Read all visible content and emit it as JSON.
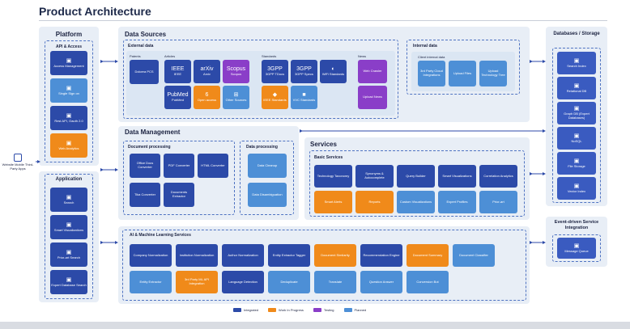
{
  "title": "Product Architecture",
  "left_actor": {
    "label": "Website Mobile Third-Party Apps",
    "icon": "devices-icon"
  },
  "platform": {
    "title": "Platform",
    "group_title": "API & Access",
    "items": [
      {
        "label": "Access Management",
        "icon": "lock-icon",
        "status": "blue"
      },
      {
        "label": "Single Sign on",
        "icon": "key-icon",
        "status": "lblue"
      },
      {
        "label": "Rest API, Oauth 2.0",
        "icon": "api-icon",
        "status": "blue"
      },
      {
        "label": "Web Analytics",
        "icon": "analytics-icon",
        "status": "orange"
      }
    ]
  },
  "application": {
    "title": "Application",
    "items": [
      {
        "label": "Search",
        "icon": "search-icon",
        "status": "blue"
      },
      {
        "label": "Smart Visualizations",
        "icon": "chart-icon",
        "status": "blue"
      },
      {
        "label": "Prior-art Search",
        "icon": "prior-art-icon",
        "status": "blue"
      },
      {
        "label": "Expert Database Search",
        "icon": "expert-icon",
        "status": "blue"
      }
    ]
  },
  "data_sources": {
    "title": "Data Sources",
    "external_title": "External data",
    "patents_title": "Patents",
    "patents": [
      {
        "label": "Dolcera PCS",
        "status": "blue"
      }
    ],
    "articles_title": "Articles",
    "articles": [
      {
        "label": "IEEE",
        "logo": "IEEE",
        "status": "blue"
      },
      {
        "label": "Arxiv",
        "logo": "arXiv",
        "status": "blue"
      },
      {
        "label": "Scopus",
        "logo": "Scopus",
        "status": "purple"
      },
      {
        "label": "PubMed",
        "logo": "PubMed",
        "status": "blue"
      },
      {
        "label": "Open access",
        "logo": "6",
        "status": "orange"
      },
      {
        "label": "Other Sources",
        "logo": "⊞",
        "status": "lblue"
      }
    ],
    "standards_title": "Standards",
    "standards": [
      {
        "label": "3GPP TDocs",
        "logo": "3GPP",
        "status": "blue"
      },
      {
        "label": "3GPP Specs",
        "logo": "3GPP",
        "status": "blue"
      },
      {
        "label": "WiFi Standards",
        "logo": "◐",
        "status": "blue"
      },
      {
        "label": "IEEE Standards",
        "logo": "◆",
        "status": "orange"
      },
      {
        "label": "VVC Standards",
        "logo": "■",
        "status": "lblue"
      }
    ],
    "news_title": "News",
    "news": [
      {
        "label": "Web Crawler",
        "status": "purple"
      },
      {
        "label": "Upload News",
        "status": "purple"
      }
    ],
    "internal_title": "Internal data",
    "client_title": "Client internal data",
    "internal": [
      {
        "label": "3rd Party Cloud Integrations",
        "status": "lblue"
      },
      {
        "label": "Upload Files",
        "status": "lblue"
      },
      {
        "label": "Upload Technology Tree",
        "status": "lblue"
      }
    ]
  },
  "data_management": {
    "title": "Data Management",
    "doc_title": "Document processing",
    "doc_items": [
      {
        "label": "Office Docs Converter",
        "status": "blue"
      },
      {
        "label": "PDF Converter",
        "status": "blue"
      },
      {
        "label": "HTML Converter",
        "status": "blue"
      },
      {
        "label": "Tika Converter",
        "status": "blue"
      },
      {
        "label": "Documents Extractor",
        "status": "blue"
      }
    ],
    "data_title": "Data processing",
    "data_items": [
      {
        "label": "Data Cleanup",
        "status": "lblue"
      },
      {
        "label": "Data Disambiguation",
        "status": "lblue"
      }
    ]
  },
  "services": {
    "title": "Services",
    "basic_title": "Basic Services",
    "row1": [
      {
        "label": "Technology Taxonomy",
        "status": "blue"
      },
      {
        "label": "Synonyms & Autocomplete",
        "status": "blue"
      },
      {
        "label": "Query Builder",
        "status": "blue"
      },
      {
        "label": "Smart Visualizations",
        "status": "blue"
      },
      {
        "label": "Correlation Analytics",
        "status": "blue"
      }
    ],
    "row2": [
      {
        "label": "Smart Alerts",
        "status": "orange"
      },
      {
        "label": "Reports",
        "status": "orange"
      },
      {
        "label": "Custom Visualizations",
        "status": "lblue"
      },
      {
        "label": "Expert Profiles",
        "status": "lblue"
      },
      {
        "label": "Prior-art",
        "status": "lblue"
      }
    ]
  },
  "ai_ml": {
    "title": "AI & Machine Learning Services",
    "row1": [
      {
        "label": "Company Normalization",
        "status": "blue"
      },
      {
        "label": "Institution Normalization",
        "status": "blue"
      },
      {
        "label": "Author Normalization",
        "status": "blue"
      },
      {
        "label": "Entity Extractor Tagger",
        "status": "blue"
      },
      {
        "label": "Document Similarity",
        "status": "orange"
      },
      {
        "label": "Recommendation Engine",
        "status": "blue"
      },
      {
        "label": "Document Summary",
        "status": "orange"
      },
      {
        "label": "Document Classifier",
        "status": "lblue"
      }
    ],
    "row2": [
      {
        "label": "Entity Extractor",
        "status": "lblue"
      },
      {
        "label": "3rd Party ML API Integration",
        "status": "orange"
      },
      {
        "label": "Language Detection",
        "status": "blue"
      },
      {
        "label": "Deduplicate",
        "status": "lblue"
      },
      {
        "label": "Translate",
        "status": "lblue"
      },
      {
        "label": "Question Answer",
        "status": "lblue"
      },
      {
        "label": "Conversion Bot",
        "status": "lblue"
      }
    ]
  },
  "databases": {
    "title": "Databases / Storage",
    "items": [
      {
        "label": "Search Index",
        "icon": "search-index-icon"
      },
      {
        "label": "Relational DB",
        "icon": "relational-db-icon"
      },
      {
        "label": "Graph DB (Expert Databases)",
        "icon": "graph-db-icon"
      },
      {
        "label": "NoSQL",
        "icon": "nosql-icon"
      },
      {
        "label": "File Storage",
        "icon": "file-storage-icon"
      },
      {
        "label": "Vector Index",
        "icon": "vector-index-icon"
      }
    ]
  },
  "event_driven": {
    "title": "Event-driven Service Integration",
    "items": [
      {
        "label": "Message Queue",
        "icon": "message-queue-icon"
      }
    ]
  },
  "legend": [
    {
      "label": "Integrated",
      "color": "#2c4aa8"
    },
    {
      "label": "Work In Progress",
      "color": "#f08a1a"
    },
    {
      "label": "Testing",
      "color": "#8a3ec8"
    },
    {
      "label": "Planned",
      "color": "#4d8fd6"
    }
  ],
  "colors": {
    "blue": "#2c4aa8",
    "lblue": "#4d8fd6",
    "orange": "#f08a1a",
    "purple": "#8a3ec8",
    "panel": "#e8eef6",
    "storage": "#3a5bc0"
  }
}
